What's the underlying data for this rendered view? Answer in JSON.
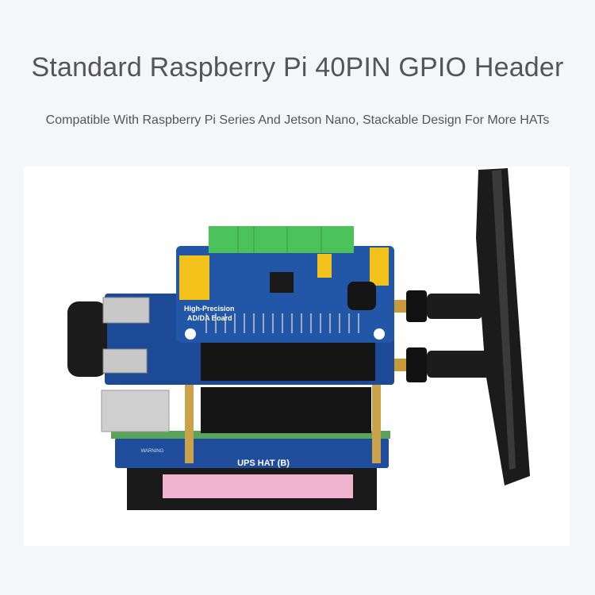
{
  "header": {
    "title": "Standard Raspberry Pi 40PIN GPIO Header",
    "subtitle": "Compatible With Raspberry Pi Series And Jetson Nano, Stackable Design For More HATs"
  },
  "product_photo": {
    "top_board_label_line1": "High-Precision",
    "top_board_label_line2": "AD/DA Board",
    "bottom_board_label": "UPS HAT (B)",
    "warning_label": "WARNING"
  },
  "colors": {
    "background": "#f5f6fa",
    "text": "#555555",
    "pcb_blue": "#1f4d9c",
    "terminal_green": "#4cc25a",
    "jumper_yellow": "#f2c21b",
    "battery_pink": "#f0b4cf"
  }
}
